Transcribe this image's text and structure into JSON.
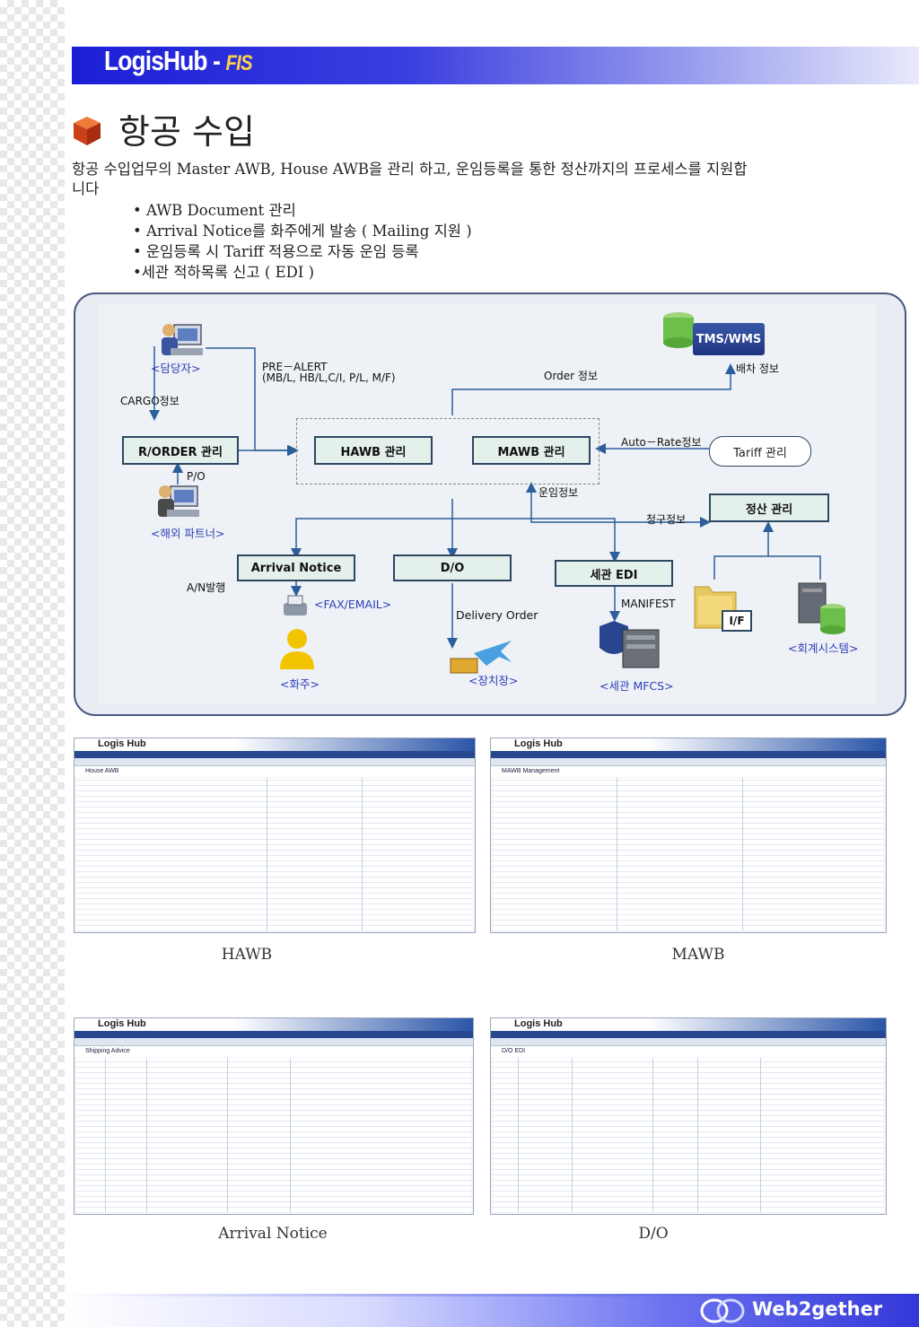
{
  "header": {
    "logo_main": "LogisHub",
    "logo_sep": " - ",
    "logo_sub": "FIS"
  },
  "section": {
    "title": "항공 수입",
    "intro": "항공 수입업무의 Master AWB, House AWB을 관리 하고, 운임등록을 통한 정산까지의 프로세스를 지원합니다",
    "bullets": [
      "• AWB Document 관리",
      "• Arrival Notice를 화주에게 발송 ( Mailing 지원 )",
      "• 운임등록 시 Tariff 적용으로 자동 운임 등록",
      "•세관 적하목록 신고 ( EDI )"
    ]
  },
  "diagram": {
    "shipper": "<담당자>",
    "pre_alert_1": "PRE－ALERT",
    "pre_alert_2": "(MB/L, HB/L,C/I, P/L, M/F)",
    "order_info": "Order 정보",
    "tms": "TMS/WMS",
    "dispatch_info": "배차 정보",
    "cargo_info": "CARGO정보",
    "rorder": "R/ORDER 관리",
    "hawb": "HAWB 관리",
    "mawb": "MAWB 관리",
    "auto_rate": "Auto－Rate정보",
    "tariff": "Tariff 관리",
    "po": "P/O",
    "partner": "<해외 파트너>",
    "freight_info": "운임정보",
    "billing_info": "청구정보",
    "settlement": "정산 관리",
    "arrival_notice": "Arrival Notice",
    "do": "D/O",
    "customs_edi": "세관 EDI",
    "an_issue": "A/N발행",
    "fax_email": "<FAX/EMAIL>",
    "manifest": "MANIFEST",
    "delivery_order": "Delivery Order",
    "if": "I/F",
    "consignee": "<화주>",
    "warehouse": "<장치장>",
    "customs_mfcs": "<세관 MFCS>",
    "accounting": "<회계시스템>"
  },
  "screenshots": [
    {
      "caption": "HAWB",
      "title": "House AWB"
    },
    {
      "caption": "MAWB",
      "title": "MAWB Management"
    },
    {
      "caption": "Arrival Notice",
      "title": "Shipping Advice"
    },
    {
      "caption": "D/O",
      "title": "D/O EDI"
    }
  ],
  "footer": {
    "brand": "Web2gether"
  }
}
